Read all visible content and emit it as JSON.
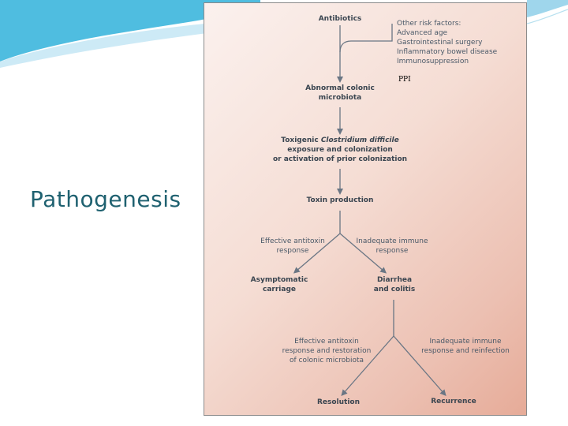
{
  "slide": {
    "title": "Pathogenesis"
  },
  "diagram": {
    "antibiotics": "Antibiotics",
    "other_risk_factors": {
      "heading": "Other risk factors:",
      "items": [
        "Advanced age",
        "Gastrointestinal surgery",
        "Inflammatory bowel disease",
        "Immunosuppression"
      ]
    },
    "ppi": "PPI",
    "abnormal_microbiota": [
      "Abnormal colonic",
      "microbiota"
    ],
    "toxigenic": {
      "prefix": "Toxigenic ",
      "organism": "Clostridium difficile",
      "line2": "exposure and colonization",
      "line3": "or activation of prior colonization"
    },
    "toxin_production": "Toxin production",
    "effective_antitoxin_response": [
      "Effective antitoxin",
      "response"
    ],
    "inadequate_immune_response": [
      "Inadequate immune",
      "response"
    ],
    "asymptomatic_carriage": [
      "Asymptomatic",
      "carriage"
    ],
    "diarrhea_colitis": [
      "Diarrhea",
      "and colitis"
    ],
    "effective_restoration": [
      "Effective antitoxin",
      "response and restoration",
      "of colonic microbiota"
    ],
    "inadequate_reinfection": [
      "Inadequate immune",
      "response and reinfection"
    ],
    "resolution": "Resolution",
    "recurrence": "Recurrence"
  },
  "colors": {
    "title": "#1f6170",
    "node_bold": "#3a4550",
    "node_regular": "#4a5968",
    "arrow": "#6a7684",
    "decor_blue": "#2aa8d8"
  }
}
